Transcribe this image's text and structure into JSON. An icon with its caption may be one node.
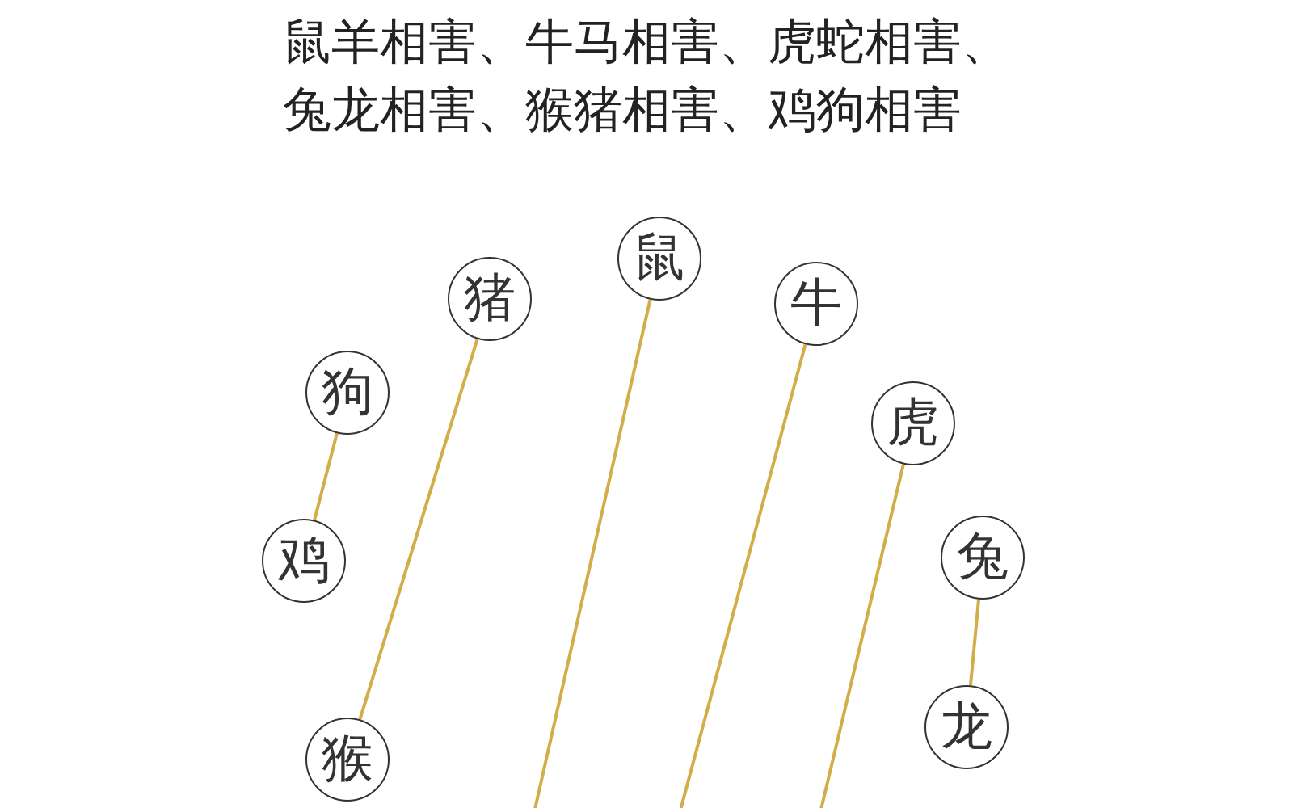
{
  "diagram": {
    "title": "鼠羊相害、牛马相害、虎蛇相害、兔龙相害、猴猪相害、鸡狗相害",
    "nodes": [
      {
        "text": [
          "猪"
        ]
      },
      {
        "text": [
          "鼠"
        ]
      },
      {
        "text": [
          "牛"
        ]
      },
      {
        "text": [
          "狗"
        ]
      },
      {
        "text": [
          "虎"
        ]
      },
      {
        "text": [
          "鸡"
        ]
      },
      {
        "text": [
          "兔"
        ]
      },
      {
        "text": [
          "猴"
        ]
      },
      {
        "text": [
          "龙"
        ]
      }
    ],
    "edges": [
      {
        "from": 0,
        "to": 7,
        "arrow": "none"
      },
      {
        "from": 1,
        "to": null,
        "arrow": "none"
      },
      {
        "from": 2,
        "to": null,
        "arrow": "none"
      },
      {
        "from": 4,
        "to": null,
        "arrow": "none"
      },
      {
        "from": 3,
        "to": 5,
        "arrow": "none"
      },
      {
        "from": 6,
        "to": 8,
        "arrow": "none"
      }
    ]
  }
}
